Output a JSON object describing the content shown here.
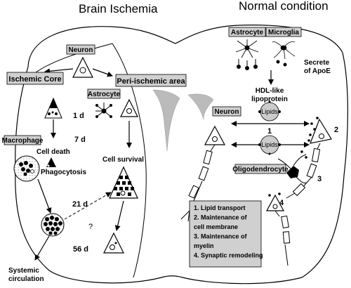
{
  "titles": {
    "left": "Brain Ischemia",
    "right": "Normal condition"
  },
  "labels": {
    "neuron_top": "Neuron",
    "ischemic_core": "Ischemic Core",
    "peri_ischemic": "Peri-ischemic area",
    "astrocyte_left": "Astrocyte",
    "day1": "1 d",
    "day7": "7 d",
    "day21": "21 d",
    "day56": "56 d",
    "macrophage": "Macrophage",
    "cell_death": "Cell death",
    "phagocytosis": "Phagocytosis",
    "cell_survival": "Cell survival",
    "question": "?",
    "systemic_1": "Systemic",
    "systemic_2": "circulation",
    "astrocyte_right": "Astrocyte",
    "microglia": "Microglia",
    "secrete_1": "Secrete",
    "secrete_2": "of ApoE",
    "hdl_1": "HDL-like",
    "hdl_2": "lipoprotein",
    "lipids_1": "Lipids",
    "lipids_2": "Lipids",
    "neuron_right": "Neuron",
    "oligodendrocyte": "Oligodendrocyte",
    "num1": "1",
    "num2": "2",
    "num3": "3",
    "num4": "4"
  },
  "legend_items": [
    "1. Lipid transport",
    "2. Maintenance of",
    "    cell membrane",
    "3. Maintenance of",
    "    myelin",
    "4. Synaptic remodeling"
  ]
}
